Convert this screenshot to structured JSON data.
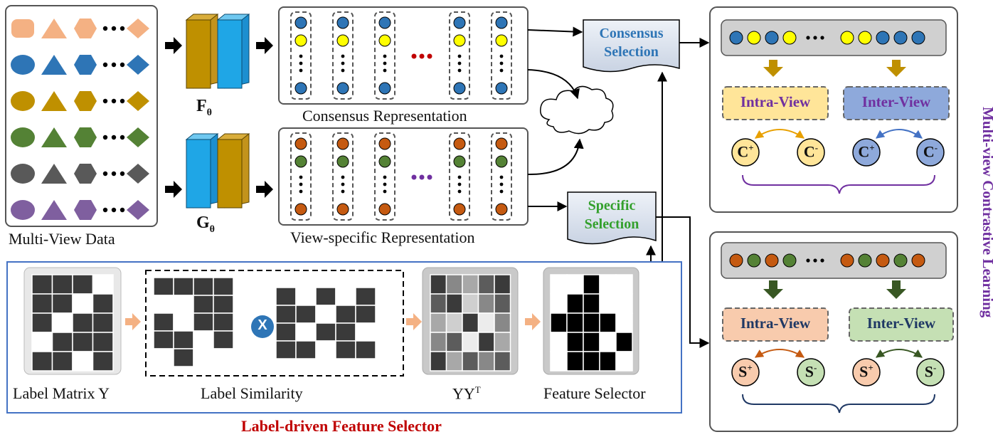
{
  "multiview": {
    "label": "Multi-View Data"
  },
  "encoders": {
    "f_main": "F",
    "f_sub": "θ",
    "g_main": "G",
    "g_sub": "θ"
  },
  "consensus_rep": {
    "label": "Consensus Representation"
  },
  "specific_rep": {
    "label": "View-specific Representation"
  },
  "consensus_sel": {
    "line1": "Consensus",
    "line2": "Selection"
  },
  "specific_sel": {
    "line1": "Specific",
    "line2": "Selection"
  },
  "contrastive_title": "Multi-view Contrastive Learning",
  "top_panel": {
    "intra": "Intra-View",
    "inter": "Inter-View",
    "c": "C",
    "plus": "+",
    "minus": "-"
  },
  "bottom_panel": {
    "intra": "Intra-View",
    "inter": "Inter-View",
    "s": "S",
    "plus": "+",
    "minus": "-"
  },
  "selector": {
    "label_matrix": "Label Matrix Y",
    "label_similarity": "Label Similarity",
    "times": "X",
    "yyt_main": "YY",
    "yyt_sup": "T",
    "feature_selector": "Feature Selector",
    "title": "Label-driven Feature Selector"
  },
  "colors": {
    "peach": "#f4b183",
    "blue": "#2e75b6",
    "gold": "#bf9000",
    "green": "#548235",
    "gray": "#595959",
    "purple": "#7f5f9f",
    "yellow": "#ffff00",
    "orange": "#c55a11",
    "dotgreen": "#548235",
    "panel_border": "#4472c4",
    "title_red": "#c00000",
    "consensus_text": "#2e75b6",
    "specific_text": "#33a02c",
    "contrast_title": "#7030a0"
  }
}
